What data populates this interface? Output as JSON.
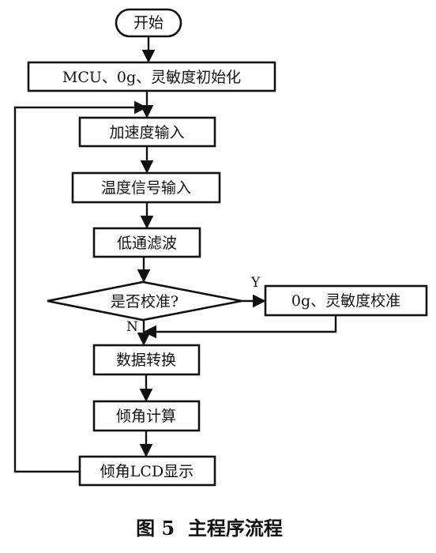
{
  "nodes": {
    "start": "开始",
    "init": "MCU、0g、灵敏度初始化",
    "accel_input": "加速度输入",
    "temp_input": "温度信号输入",
    "lowpass": "低通滤波",
    "decision": "是否校准?",
    "calibrate": "0g、灵敏度校准",
    "convert": "数据转换",
    "tilt_calc": "倾角计算",
    "lcd_display": "倾角LCD显示"
  },
  "branch_labels": {
    "yes": "Y",
    "no": "N"
  },
  "caption": "图 5  主程序流程"
}
